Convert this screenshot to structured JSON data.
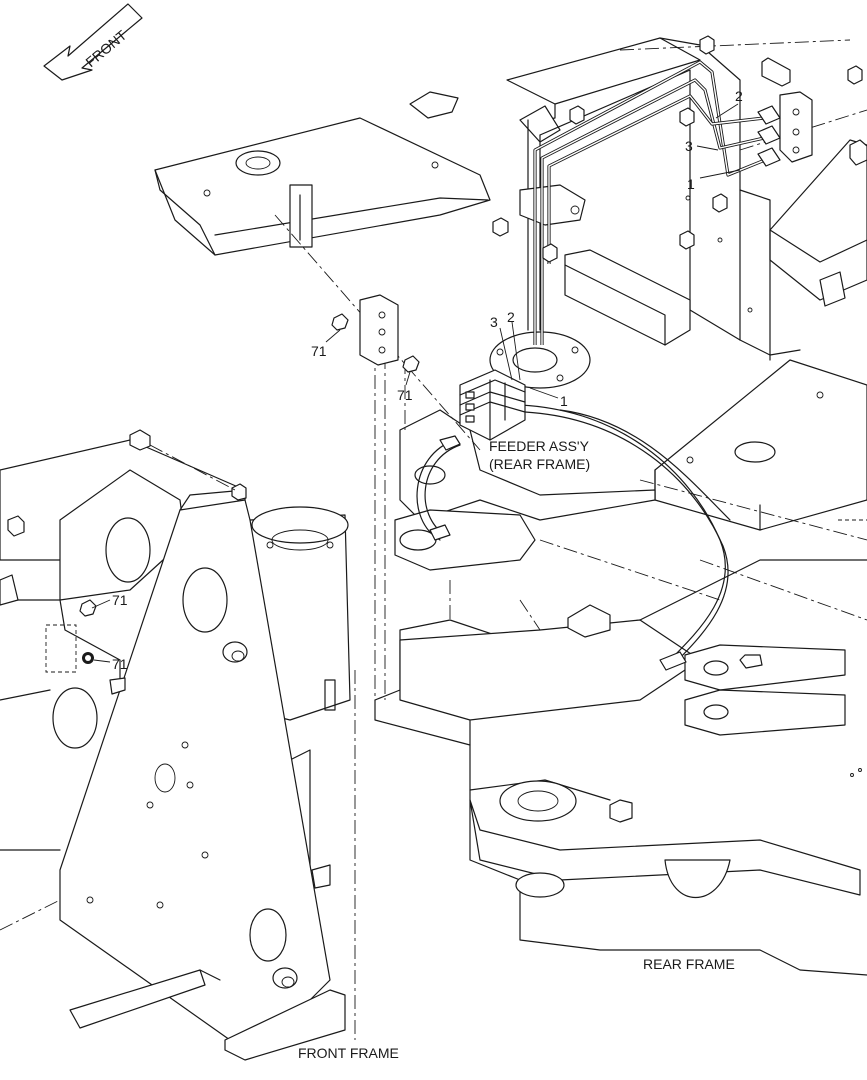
{
  "direction_arrow": {
    "label": "FRONT",
    "icon": "front-arrow-icon"
  },
  "assembly_label": {
    "line1": "FEEDER ASS'Y",
    "line2": "(REAR FRAME)"
  },
  "frame_labels": {
    "front": "FRONT FRAME",
    "rear": "REAR FRAME"
  },
  "callouts": {
    "hose_top": [
      "2",
      "3",
      "1"
    ],
    "hose_feeder": [
      "3",
      "2",
      "1"
    ],
    "bolt": "71"
  },
  "colors": {
    "line": "#1a1a1a",
    "background": "#ffffff"
  }
}
